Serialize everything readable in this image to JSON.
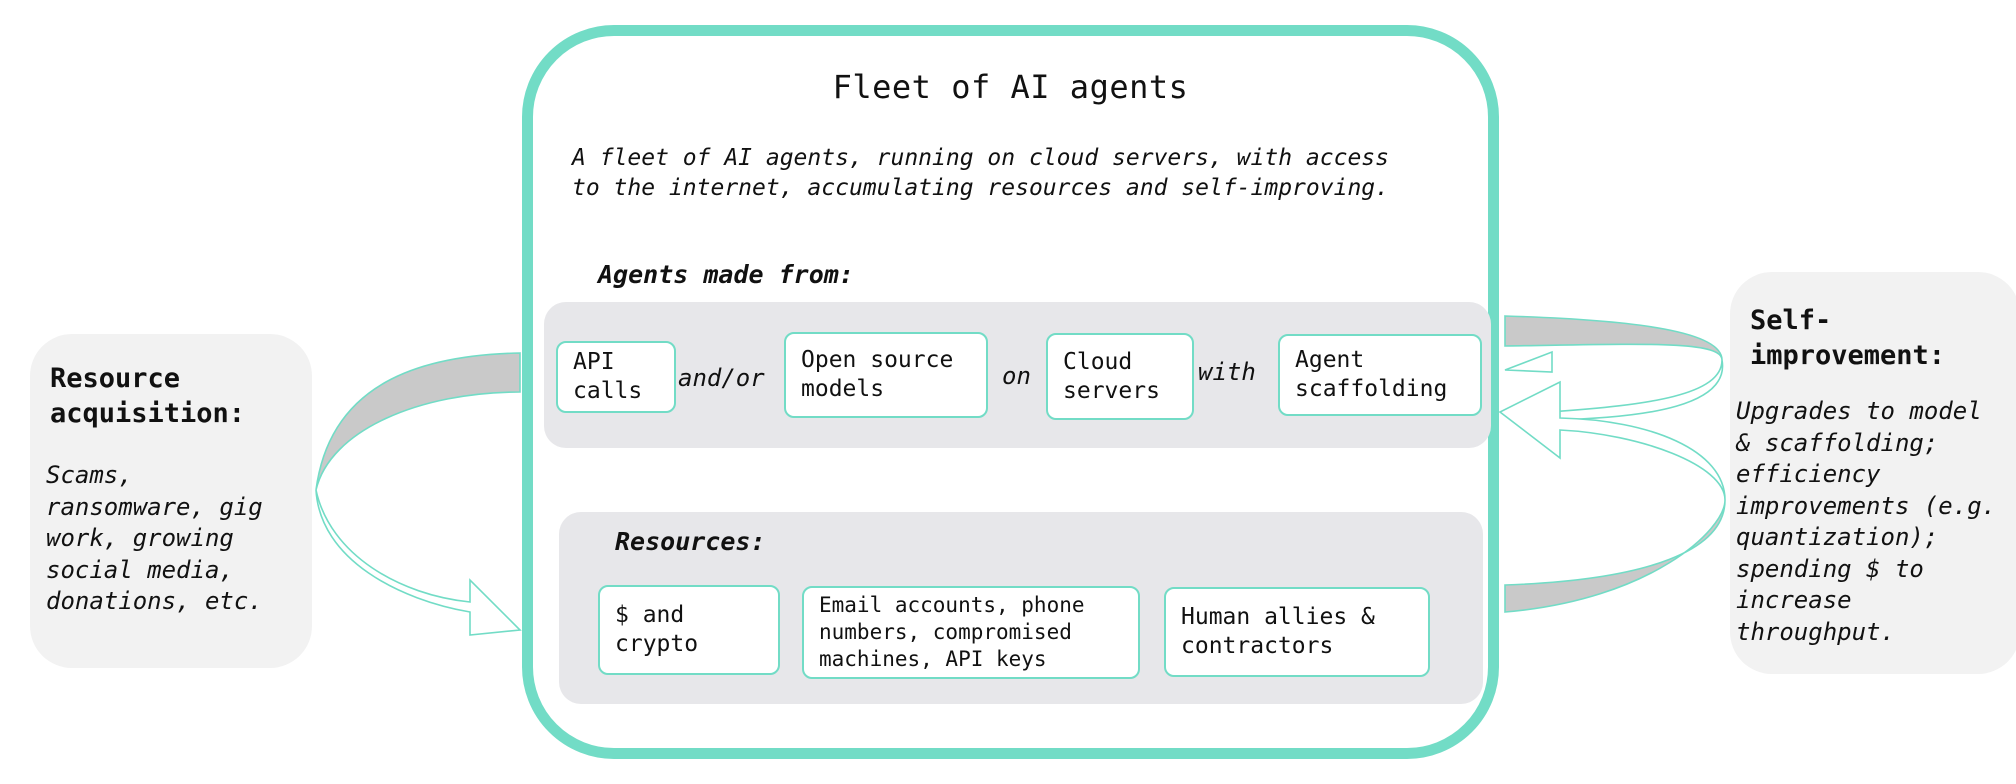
{
  "colors": {
    "accent": "#72dcc6",
    "band": "#e7e7ea",
    "panel": "#f2f2f2",
    "arrow_fill": "#c9c9c9"
  },
  "main": {
    "title": "Fleet of AI agents",
    "subtitle": "A fleet of AI agents, running on cloud servers, with access\nto the internet, accumulating resources and self-improving."
  },
  "agents": {
    "label": "Agents made from:",
    "items": [
      "API\ncalls",
      "Open source\nmodels",
      "Cloud\nservers",
      "Agent\nscaffolding"
    ],
    "connectors": [
      "and/or",
      "on",
      "with"
    ]
  },
  "resources": {
    "label": "Resources:",
    "items": [
      "$ and\ncrypto",
      "Email accounts, phone\nnumbers, compromised\nmachines, API keys",
      "Human allies &\ncontractors"
    ]
  },
  "resource_acquisition": {
    "heading": "Resource\nacquisition:",
    "body": "Scams,\nransomware, gig\nwork, growing\nsocial media,\ndonations, etc."
  },
  "self_improvement": {
    "heading": "Self-\nimprovement:",
    "body": "Upgrades to model\n& scaffolding;\nefficiency\nimprovements (e.g.\nquantization);\nspending $ to\nincrease\nthroughput."
  }
}
